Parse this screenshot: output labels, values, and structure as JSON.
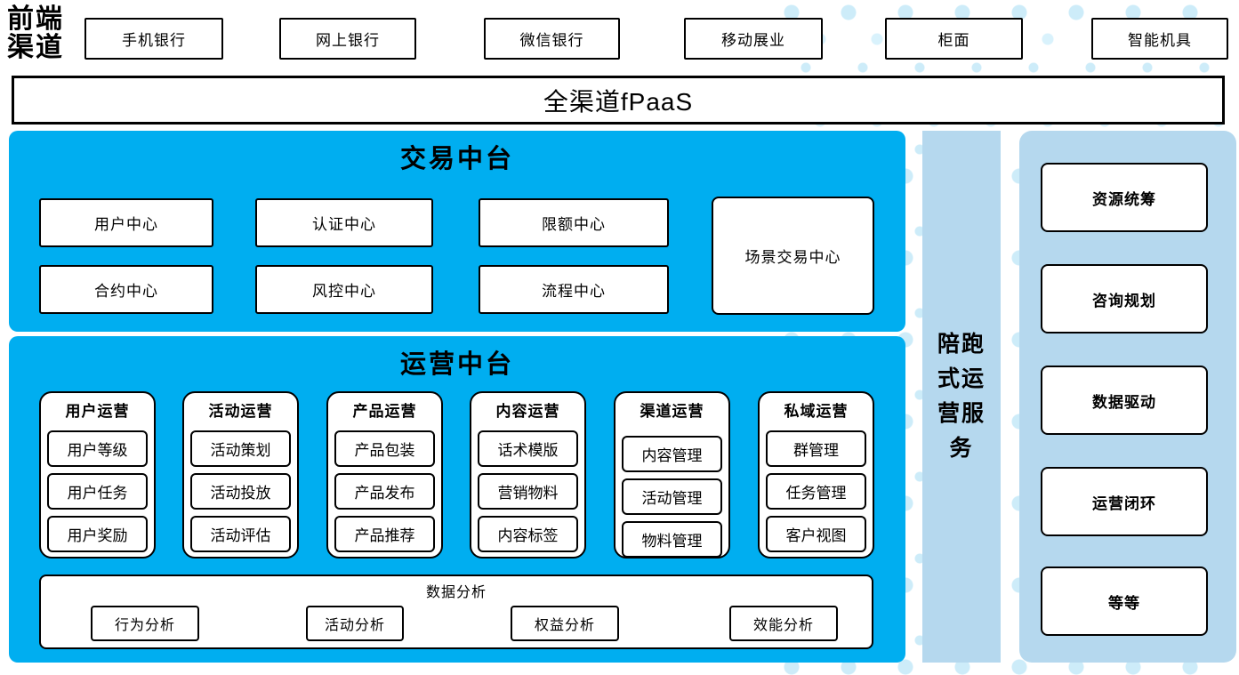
{
  "header": {
    "section_label": "前端渠道",
    "section_label_lines": [
      "前端",
      "渠道"
    ],
    "channels": [
      "手机银行",
      "网上银行",
      "微信银行",
      "移动展业",
      "柜面",
      "智能机具"
    ],
    "fpaas_bar": "全渠道fPaaS"
  },
  "trade_platform": {
    "title": "交易中台",
    "centers_row1": [
      "用户中心",
      "认证中心",
      "限额中心"
    ],
    "centers_row2": [
      "合约中心",
      "风控中心",
      "流程中心"
    ],
    "scene_center": "场景交易中心"
  },
  "operation_platform": {
    "title": "运营中台",
    "groups": [
      {
        "title": "用户运营",
        "items": [
          "用户等级",
          "用户任务",
          "用户奖励"
        ]
      },
      {
        "title": "活动运营",
        "items": [
          "活动策划",
          "活动投放",
          "活动评估"
        ]
      },
      {
        "title": "产品运营",
        "items": [
          "产品包装",
          "产品发布",
          "产品推荐"
        ]
      },
      {
        "title": "内容运营",
        "items": [
          "话术模版",
          "营销物料",
          "内容标签"
        ]
      },
      {
        "title": "渠道运营",
        "items": [
          "内容管理",
          "活动管理",
          "物料管理"
        ]
      },
      {
        "title": "私域运营",
        "items": [
          "群管理",
          "任务管理",
          "客户视图"
        ]
      }
    ],
    "analysis": {
      "title": "数据分析",
      "items": [
        "行为分析",
        "活动分析",
        "权益分析",
        "效能分析"
      ]
    }
  },
  "companion_service": {
    "label": "陪跑式运营服务",
    "label_lines": [
      "陪跑",
      "式运",
      "营服",
      "务"
    ]
  },
  "service_panel": {
    "items": [
      "资源统筹",
      "咨询规划",
      "数据驱动",
      "运营闭环",
      "等等"
    ]
  },
  "colors": {
    "bright_blue": "#00AEF0",
    "light_blue": "#B5D8EE",
    "dot_blue": "#CDECF9"
  }
}
